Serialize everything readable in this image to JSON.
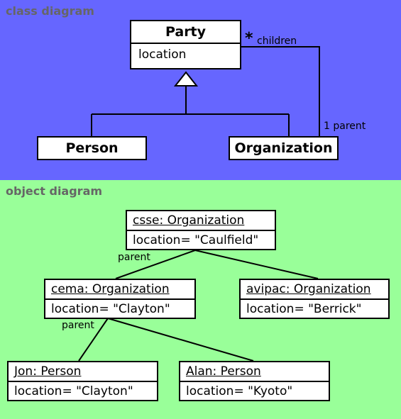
{
  "colors": {
    "class_bg": "#6666ff",
    "object_bg": "#99ff99",
    "title": "#666666"
  },
  "class_diagram": {
    "title": "class diagram",
    "party": {
      "name": "Party",
      "attribute": "location"
    },
    "person": {
      "name": "Person"
    },
    "organization": {
      "name": "Organization"
    },
    "assoc": {
      "multiplicity_many": "*",
      "role_many": "children",
      "role_one": "1 parent"
    }
  },
  "object_diagram": {
    "title": "object diagram",
    "objects": [
      {
        "name": "csse: Organization",
        "attribute": "location= \"Caulfield\""
      },
      {
        "name": "cema: Organization",
        "attribute": "location= \"Clayton\""
      },
      {
        "name": "avipac: Organization",
        "attribute": "location= \"Berrick\""
      },
      {
        "name": "Jon: Person",
        "attribute": "location= \"Clayton\""
      },
      {
        "name": "Alan: Person",
        "attribute": "location= \"Kyoto\""
      }
    ],
    "links": [
      {
        "label": "parent"
      },
      {
        "label": "parent"
      }
    ]
  }
}
